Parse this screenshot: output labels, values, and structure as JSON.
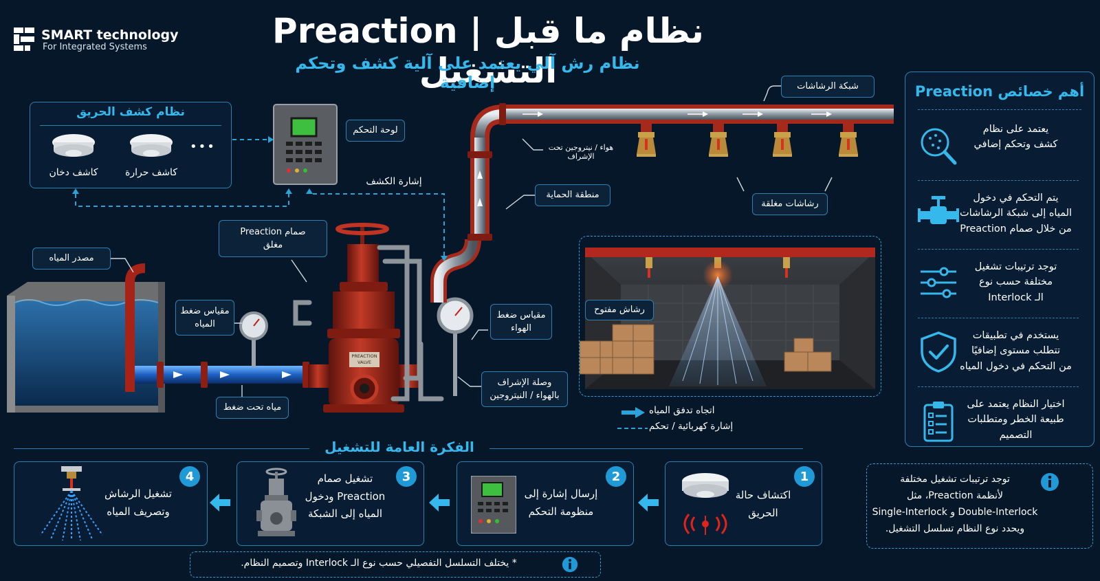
{
  "brand": {
    "name": "SMART technology",
    "tagline": "For Integrated Systems"
  },
  "title": "Preaction | نظام ما قبل التشغيل",
  "subtitle": "نظام رش آلي يعتمد على آلية كشف وتحكم إضافية",
  "detection": {
    "title": "نظام كشف الحريق",
    "smoke": "كاشف دخان",
    "heat": "كاشف حرارة",
    "more": "•••"
  },
  "diagram_labels": {
    "control_panel": "لوحة التحكم",
    "detection_signal": "إشارة الكشف",
    "valve_line1": "صمام Preaction",
    "valve_line2": "مغلق",
    "water_source": "مصدر المياه",
    "water_gauge_line1": "مقياس ضغط",
    "water_gauge_line2": "المياه",
    "pressurized_water": "مياه تحت ضغط",
    "air_gauge_line1": "مقياس ضغط",
    "air_gauge_line2": "الهواء",
    "supervision_line1": "وصلة الإشراف",
    "supervision_line2": "بالهواء / النيتروجين",
    "protected_zone": "منطقة الحماية",
    "sprinkler_network": "شبكة الرشاشات",
    "air_note": "هواء / نيتروجين تحت الإشراف",
    "closed_sprinklers": "رشاشات مغلقة",
    "open_sprinkler": "رشاش مفتوح",
    "valve_plate_line1": "PREACTION",
    "valve_plate_line2": "VALVE"
  },
  "legend": {
    "water_flow": "اتجاه تدفق المياه",
    "signal": "إشارة كهربائية / تحكم"
  },
  "features": {
    "title": "أهم خصائص Preaction",
    "items": [
      {
        "icon": "magnifier-circuit-icon",
        "line1": "يعتمد على نظام",
        "line2": "كشف وتحكم إضافي",
        "line3": ""
      },
      {
        "icon": "valve-icon",
        "line1": "يتم التحكم في دخول",
        "line2": "المياه إلى شبكة الرشاشات",
        "line3": "من خلال صمام Preaction"
      },
      {
        "icon": "sliders-icon",
        "line1": "توجد ترتيبات تشغيل",
        "line2": "مختلفة حسب نوع",
        "line3": "الـ Interlock"
      },
      {
        "icon": "shield-check-icon",
        "line1": "يستخدم في تطبيقات",
        "line2": "تتطلب مستوى إضافيًا",
        "line3": "من التحكم في دخول المياه"
      },
      {
        "icon": "clipboard-icon",
        "line1": "اختيار النظام يعتمد على",
        "line2": "طبيعة الخطر ومتطلبات",
        "line3": "التصميم"
      }
    ]
  },
  "operation": {
    "title": "الفكرة العامة للتشغيل",
    "steps": [
      {
        "num": "1",
        "line1": "اكتشاف حالة",
        "line2": "الحريق",
        "line3": ""
      },
      {
        "num": "2",
        "line1": "إرسال إشارة إلى",
        "line2": "منظومة التحكم",
        "line3": ""
      },
      {
        "num": "3",
        "line1": "تشغيل صمام",
        "line2": "Preaction ودخول",
        "line3": "المياه إلى الشبكة"
      },
      {
        "num": "4",
        "line1": "تشغيل الرشاش",
        "line2": "وتصريف المياه",
        "line3": ""
      }
    ]
  },
  "info_note": {
    "line1": "توجد ترتيبات تشغيل مختلفة",
    "line2": "لأنظمة Preaction، مثل",
    "line3": "Single-Interlock و Double-Interlock",
    "line4": "ويحدد نوع النظام تسلسل التشغيل."
  },
  "footnote": "* يختلف التسلسل التفصيلي حسب نوع الـ Interlock وتصميم النظام.",
  "colors": {
    "background": "#07172a",
    "accent": "#35b8ec",
    "pipe_red": "#b3281e",
    "border": "#2f7fb0"
  }
}
